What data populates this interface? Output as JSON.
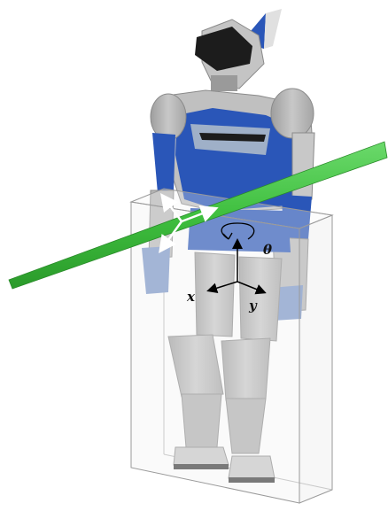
{
  "figure": {
    "axes": {
      "theta_label": "θ",
      "x_label": "x",
      "y_label": "y"
    },
    "colors": {
      "robot_blue": "#2a56b8",
      "robot_gray": "#b3b3b3",
      "robot_dark": "#1c1c1c",
      "bar_green": "#3fbf3f",
      "box_edge": "#9a9a9a",
      "arrow_white": "#ffffff",
      "axis_black": "#000000"
    }
  }
}
